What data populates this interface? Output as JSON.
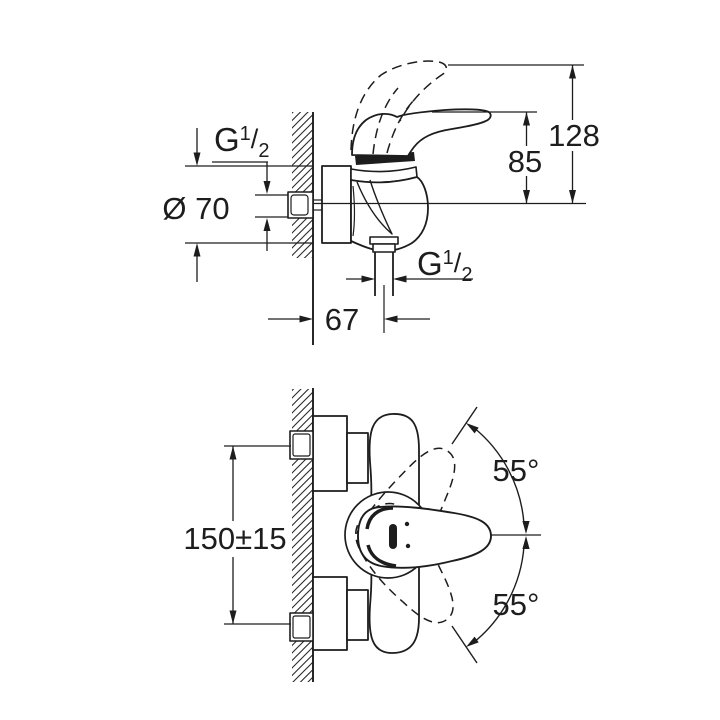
{
  "drawing": {
    "title": "shower-mixer-technical-drawing",
    "background": "#ffffff",
    "line_color": "#1d1d1d",
    "side_view": {
      "labels": {
        "thread_top": {
          "base": "G",
          "num": "1",
          "slash": "/",
          "den": "2"
        },
        "diameter": "Ø 70",
        "handle_height": "85",
        "total_height": "128",
        "wall_distance": "67",
        "thread_bottom": {
          "base": "G",
          "num": "1",
          "slash": "/",
          "den": "2"
        }
      }
    },
    "front_view": {
      "labels": {
        "mounting_distance": "150±15",
        "swing_angle_upper": "55°",
        "swing_angle_lower": "55°"
      }
    }
  }
}
